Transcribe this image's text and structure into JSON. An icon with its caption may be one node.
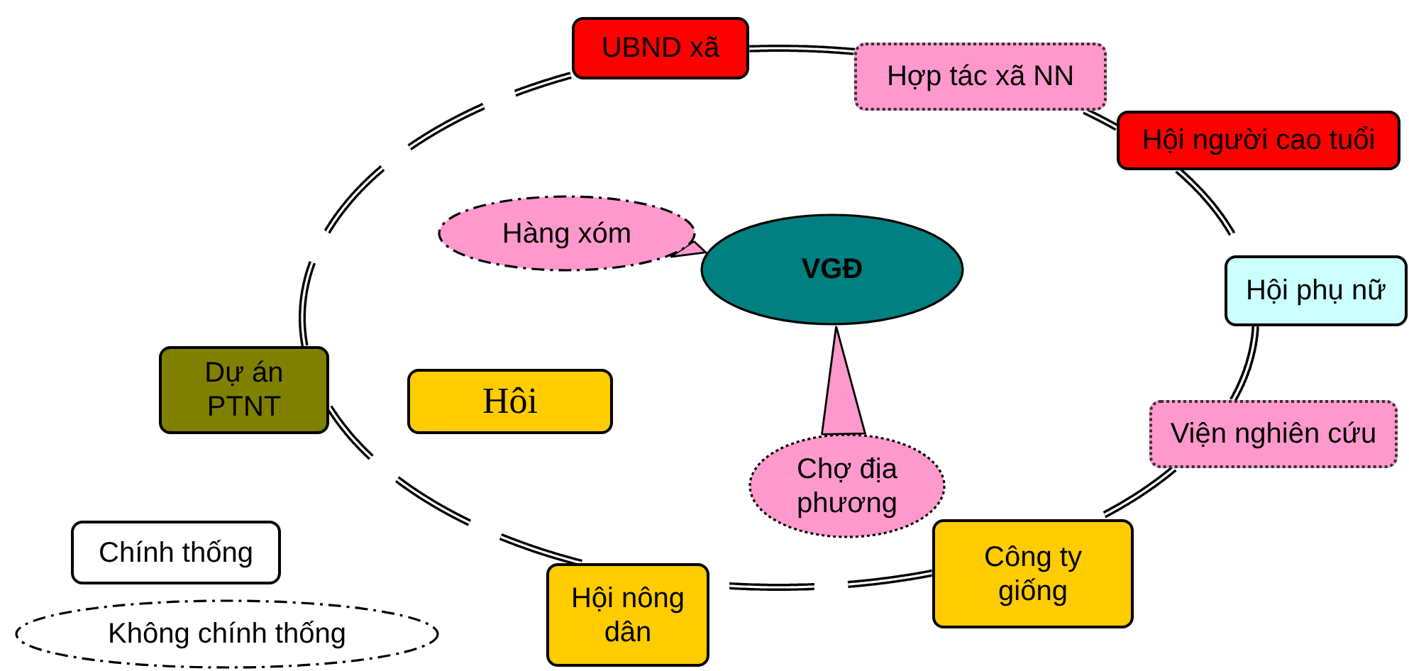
{
  "diagram": {
    "nodes": [
      {
        "text": [
          "UBND xã"
        ]
      },
      {
        "text": [
          "Hợp tác xã NN"
        ]
      },
      {
        "text": [
          "Hội người cao tuổi"
        ]
      },
      {
        "text": [
          "Hàng xóm"
        ]
      },
      {
        "text": [
          "VGĐ"
        ]
      },
      {
        "text": [
          "Hội phụ nữ"
        ]
      },
      {
        "text": [
          "Dự án PTNT"
        ]
      },
      {
        "text": [
          "Hôi"
        ]
      },
      {
        "text": [
          "Viện nghiên cứu"
        ]
      },
      {
        "text": [
          "Chợ địa phương"
        ]
      },
      {
        "text": [
          "Công ty giống"
        ]
      },
      {
        "text": [
          "Hội nông dân"
        ]
      }
    ],
    "edges": [
      {
        "from": 0,
        "to": 1,
        "arrow": "none"
      },
      {
        "from": 1,
        "to": 2,
        "arrow": "none",
        "style": "dashed"
      },
      {
        "from": 2,
        "to": 5,
        "arrow": "none",
        "style": "dashed"
      },
      {
        "from": 5,
        "to": 8,
        "arrow": "none",
        "style": "dashed"
      },
      {
        "from": 8,
        "to": 10,
        "arrow": "none",
        "style": "dashed"
      },
      {
        "from": 10,
        "to": 11,
        "arrow": "none",
        "style": "dashed"
      },
      {
        "from": 11,
        "to": 6,
        "arrow": "none",
        "style": "dashed"
      },
      {
        "from": 6,
        "to": 0,
        "arrow": "none",
        "style": "dashed"
      },
      {
        "from": 3,
        "to": 4,
        "arrow": "none"
      },
      {
        "from": 9,
        "to": 4,
        "arrow": "none"
      }
    ],
    "legend": [
      {
        "text": "Chính thống"
      },
      {
        "text": "Không chính thống"
      }
    ]
  }
}
